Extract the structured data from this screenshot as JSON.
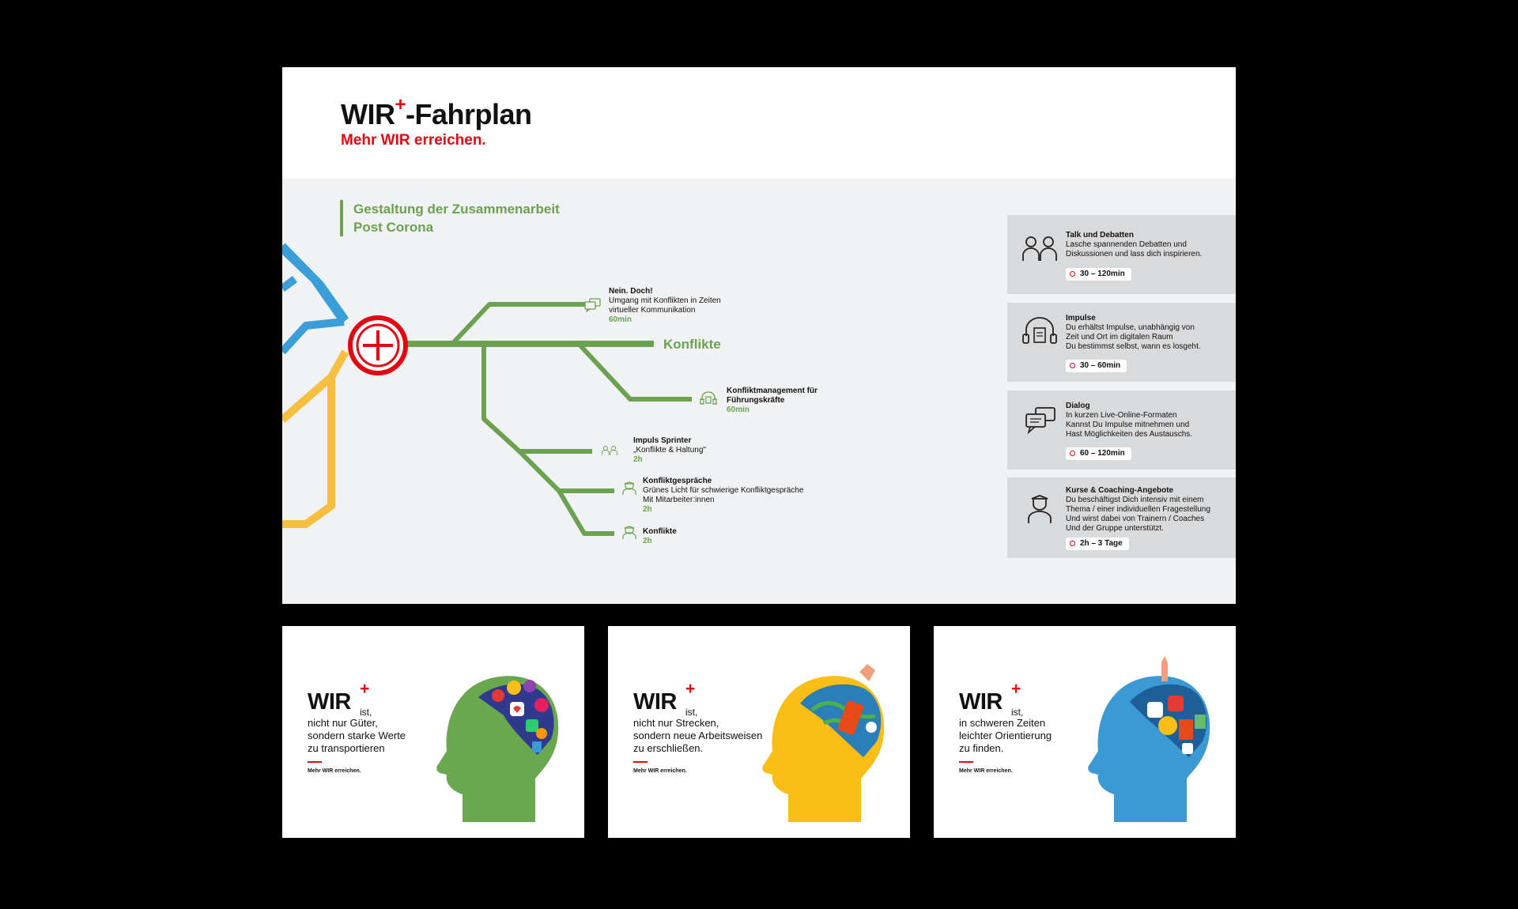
{
  "poster": {
    "title": "WIR",
    "title_plus": "+",
    "title_suffix": "-Fahrplan",
    "subtitle": "Mehr WIR erreichen.",
    "section_title_line1": "Gestaltung der Zusammenarbeit",
    "section_title_line2": "Post Corona",
    "main_line_label": "Konflikte",
    "stops": [
      {
        "title": "Nein. Doch!",
        "desc1": "Umgang mit Konflikten in Zeiten",
        "desc2": "virtueller Kommunikation",
        "duration": "60min",
        "icon": "dialog-icon"
      },
      {
        "title": "Konfliktmanagement für",
        "desc1": "Führungskräfte",
        "desc2": "",
        "duration": "60min",
        "icon": "headphones-icon"
      },
      {
        "title": "Impuls Sprinter",
        "desc1": "„Konflikte & Haltung\"",
        "desc2": "",
        "duration": "2h",
        "icon": "people-icon"
      },
      {
        "title": "Konfliktgespräche",
        "desc1": "Grünes Licht für schwierige Konfliktgespräche",
        "desc2": "Mit Mitarbeiter:innen",
        "duration": "2h",
        "icon": "graduate-icon"
      },
      {
        "title": "Konflikte",
        "desc1": "",
        "desc2": "",
        "duration": "2h",
        "icon": "graduate-icon"
      }
    ],
    "legend": [
      {
        "title": "Talk und Debatten",
        "lines": [
          "Lasche spannenden Debatten und",
          "Diskussionen und lass dich inspirieren."
        ],
        "duration": "30 – 120min",
        "icon": "people-icon"
      },
      {
        "title": "Impulse",
        "lines": [
          "Du erhältst Impulse, unabhängig von",
          "Zeit und Ort im digitalen Raum",
          "Du bestimmst selbst, wann es losgeht."
        ],
        "duration": "30 – 60min",
        "icon": "headphones-icon"
      },
      {
        "title": "Dialog",
        "lines": [
          "In kurzen Live-Online-Formaten",
          "Kannst Du Impulse mitnehmen und",
          "Hast Möglichkeiten des Austauschs."
        ],
        "duration": "60 – 120min",
        "icon": "dialog-icon"
      },
      {
        "title": "Kurse & Coaching-Angebote",
        "lines": [
          "Du beschäftigst Dich intensiv mit einem",
          "Thema / einer individuellen Fragestellung",
          "Und wirst dabei von Trainern / Coaches",
          "Und der Gruppe unterstützt."
        ],
        "duration": "2h – 3 Tage",
        "icon": "graduate-icon"
      }
    ],
    "colors": {
      "green": "#6ba150",
      "blue": "#3a9fd8",
      "yellow": "#f6bf41",
      "red": "#e30613"
    }
  },
  "cards": [
    {
      "logo": "WIR",
      "plus": "+",
      "ist": "ist,",
      "lines": [
        "nicht nur Güter,",
        "sondern starke Werte",
        "zu transportieren"
      ],
      "footer": "Mehr WIR erreichen.",
      "head_color": "#6aa84f"
    },
    {
      "logo": "WIR",
      "plus": "+",
      "ist": "ist,",
      "lines": [
        "nicht nur Strecken,",
        "sondern neue Arbeitsweisen",
        "zu erschließen."
      ],
      "footer": "Mehr WIR erreichen.",
      "head_color": "#fbbe16"
    },
    {
      "logo": "WIR",
      "plus": "+",
      "ist": "ist,",
      "lines": [
        "in schweren Zeiten",
        "leichter Orientierung",
        "zu finden."
      ],
      "footer": "Mehr WIR erreichen.",
      "head_color": "#3b9ad4"
    }
  ]
}
